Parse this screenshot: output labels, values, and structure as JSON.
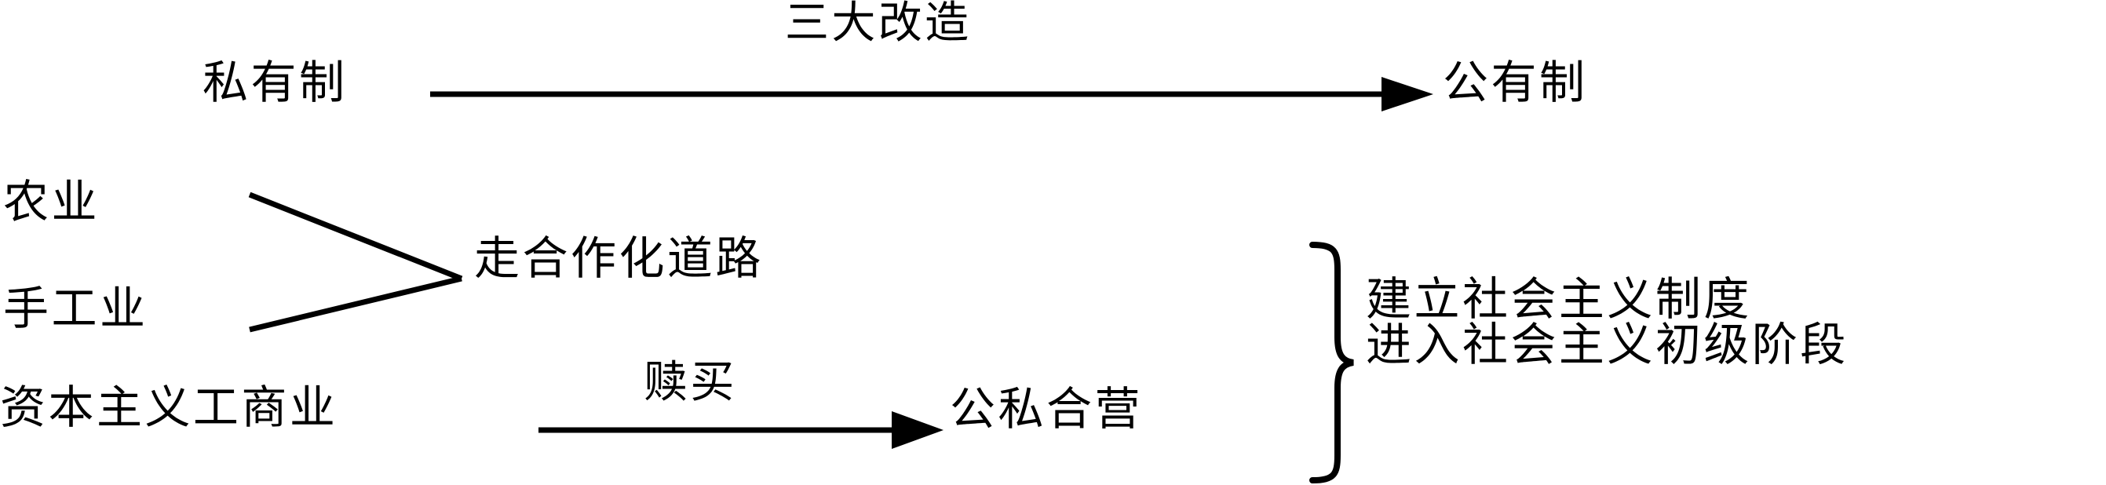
{
  "diagram": {
    "title_label": "三大改造",
    "flow_top": {
      "source": "私有制",
      "target": "公有制",
      "arrow": "arrow-right"
    },
    "inputs": [
      {
        "label": "农业"
      },
      {
        "label": "手工业"
      }
    ],
    "merge_target": "走合作化道路",
    "flow_bottom": {
      "source": "资本主义工商业",
      "edge_label": "赎买",
      "target": "公私合营",
      "arrow": "arrow-right"
    },
    "brace": "right-curly-brace",
    "outcomes": [
      "建立社会主义制度",
      "进入社会主义初级阶段"
    ]
  },
  "colors": {
    "ink": "#000000",
    "background": "#ffffff"
  }
}
